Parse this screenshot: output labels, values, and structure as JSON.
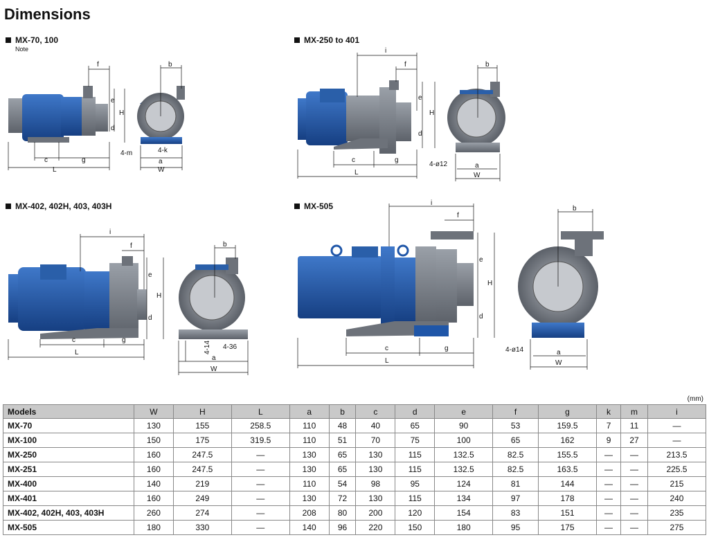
{
  "page": {
    "title": "Dimensions",
    "unit": "(mm)"
  },
  "sections": {
    "mx70": {
      "heading": "MX-70, 100",
      "note": "Note"
    },
    "mx250": {
      "heading": "MX-250 to 401"
    },
    "mx402": {
      "heading": "MX-402, 402H, 403, 403H"
    },
    "mx505": {
      "heading": "MX-505"
    }
  },
  "dims": {
    "mx70": [
      "f",
      "e",
      "H",
      "d",
      "c",
      "g",
      "L",
      "b",
      "4-k",
      "4-m",
      "a",
      "W"
    ],
    "mx250": [
      "i",
      "f",
      "e",
      "H",
      "d",
      "c",
      "g",
      "L",
      "b",
      "4-ø12",
      "a",
      "W"
    ],
    "mx402": [
      "i",
      "f",
      "e",
      "H",
      "d",
      "c",
      "g",
      "L",
      "b",
      "4-14",
      "4-36",
      "a",
      "W"
    ],
    "mx505": [
      "i",
      "f",
      "e",
      "H",
      "d",
      "c",
      "g",
      "L",
      "b",
      "4-ø14",
      "a",
      "W"
    ]
  },
  "colors": {
    "motor_blue": "#1f56a8",
    "pump_grey": "#7c8189",
    "header_grey": "#c9c9c9"
  },
  "table": {
    "headers": [
      "Models",
      "W",
      "H",
      "L",
      "a",
      "b",
      "c",
      "d",
      "e",
      "f",
      "g",
      "k",
      "m",
      "i"
    ],
    "rows": [
      [
        "MX-70",
        "130",
        "155",
        "258.5",
        "110",
        "48",
        "40",
        "65",
        "90",
        "53",
        "159.5",
        "7",
        "11",
        "—"
      ],
      [
        "MX-100",
        "150",
        "175",
        "319.5",
        "110",
        "51",
        "70",
        "75",
        "100",
        "65",
        "162",
        "9",
        "27",
        "—"
      ],
      [
        "MX-250",
        "160",
        "247.5",
        "—",
        "130",
        "65",
        "130",
        "115",
        "132.5",
        "82.5",
        "155.5",
        "—",
        "—",
        "213.5"
      ],
      [
        "MX-251",
        "160",
        "247.5",
        "—",
        "130",
        "65",
        "130",
        "115",
        "132.5",
        "82.5",
        "163.5",
        "—",
        "—",
        "225.5"
      ],
      [
        "MX-400",
        "140",
        "219",
        "—",
        "110",
        "54",
        "98",
        "95",
        "124",
        "81",
        "144",
        "—",
        "—",
        "215"
      ],
      [
        "MX-401",
        "160",
        "249",
        "—",
        "130",
        "72",
        "130",
        "115",
        "134",
        "97",
        "178",
        "—",
        "—",
        "240"
      ],
      [
        "MX-402, 402H, 403, 403H",
        "260",
        "274",
        "—",
        "208",
        "80",
        "200",
        "120",
        "154",
        "83",
        "151",
        "—",
        "—",
        "235"
      ],
      [
        "MX-505",
        "180",
        "330",
        "—",
        "140",
        "96",
        "220",
        "150",
        "180",
        "95",
        "175",
        "—",
        "—",
        "275"
      ]
    ]
  }
}
